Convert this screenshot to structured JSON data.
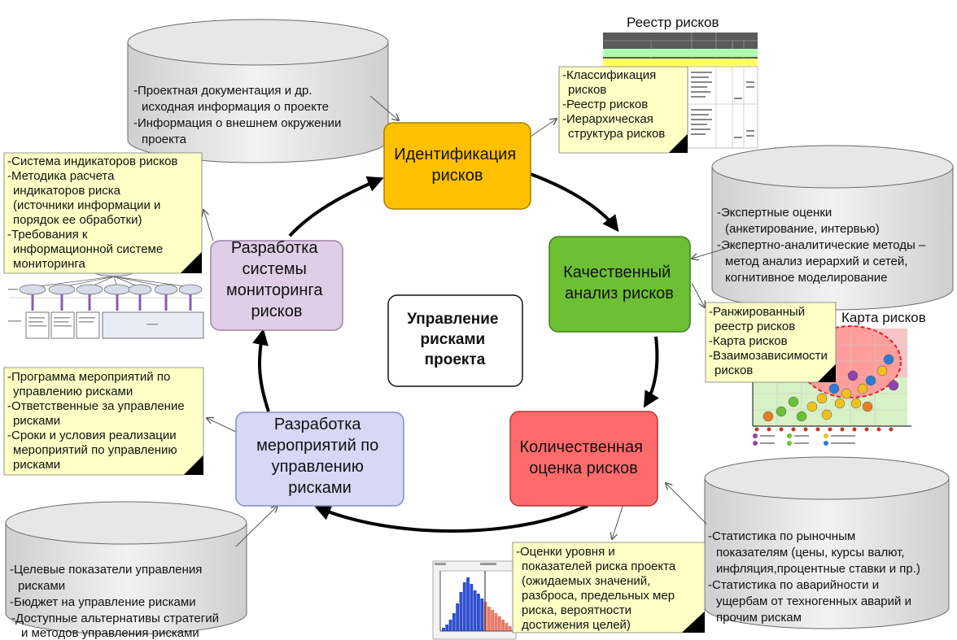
{
  "center_title": [
    "Управление",
    "рисками",
    "проекта"
  ],
  "stages": [
    {
      "id": "identification",
      "lines": [
        "Идентификация",
        "рисков"
      ],
      "fill": "#ffc000",
      "stroke": "#b38600"
    },
    {
      "id": "qualitative",
      "lines": [
        "Качественный",
        "анализ рисков"
      ],
      "fill": "#6dc034",
      "stroke": "#3f7d17"
    },
    {
      "id": "quantitative",
      "lines": [
        "Количественная",
        "оценка рисков"
      ],
      "fill": "#ff6b6b",
      "stroke": "#b33b3b"
    },
    {
      "id": "measures",
      "lines": [
        "Разработка",
        "мероприятий по",
        "управлению",
        "рисками"
      ],
      "fill": "#d6d8f6",
      "stroke": "#8a8cc0"
    },
    {
      "id": "monitoring",
      "lines": [
        "Разработка",
        "системы",
        "мониторинга",
        "рисков"
      ],
      "fill": "#e0cde6",
      "stroke": "#9c84a6"
    }
  ],
  "inputs": [
    {
      "id": "project-docs",
      "lines": [
        "-Проектная документация и др.",
        "исходная информация о проекте",
        "-Информация о внешнем окружении",
        "проекта"
      ]
    },
    {
      "id": "expert",
      "lines": [
        "-Экспертные оценки",
        "(анкетирование, интервью)",
        "-Экспертно-аналитические методы –",
        "метод анализ иерархий и сетей,",
        "когнитивное моделирование"
      ]
    },
    {
      "id": "statistics",
      "lines": [
        "-Статистика по рыночным",
        "показателям (цены, курсы валют,",
        "инфляция,процентные ставки и пр.)",
        "-Статистика по аварийности и",
        "ущербам от техногенных аварий и",
        "прочим рискам"
      ]
    },
    {
      "id": "targets",
      "lines": [
        "-Целевые показатели управления",
        "рисками",
        "-Бюджет на управление рисками",
        "-Доступные альтернативы стратегий",
        "и методов управления рисками"
      ]
    }
  ],
  "outputs": [
    {
      "id": "registry-notes",
      "lines": [
        "-Классификация",
        "рисков",
        "-Реестр рисков",
        "-Иерархическая",
        "структура рисков"
      ]
    },
    {
      "id": "ranking-notes",
      "lines": [
        "-Ранжированный",
        "реестр рисков",
        "-Карта рисков",
        "-Взаимозависимости",
        "рисков"
      ]
    },
    {
      "id": "evaluation-notes",
      "lines": [
        "-Оценки уровня и",
        "показателей риска проекта",
        "(ожидаемых значений,",
        "разброса, предельных мер",
        "риска, вероятности",
        "достижения целей)"
      ]
    },
    {
      "id": "program-notes",
      "lines": [
        "-Программа мероприятий по",
        "управлению рисками",
        "-Ответственные за управление",
        "рисками",
        "-Сроки и условия реализации",
        "мероприятий по управлению",
        "рисками"
      ]
    },
    {
      "id": "indicators-notes",
      "lines": [
        "-Система индикаторов рисков",
        "-Методика расчета",
        "индикаторов риска",
        "(источники информации и",
        "порядок ее обработки)",
        "-Требования к",
        "информационной системе",
        "мониторинга"
      ]
    }
  ],
  "illustrations": {
    "registry_title": "Реестр рисков",
    "map_title": "Карта рисков"
  },
  "colors": {
    "note_fill": "#ffffc6",
    "cylinder_fill": "#e3e3e3",
    "cylinder_stroke": "#6b6b6b",
    "arrow": "#000000"
  }
}
